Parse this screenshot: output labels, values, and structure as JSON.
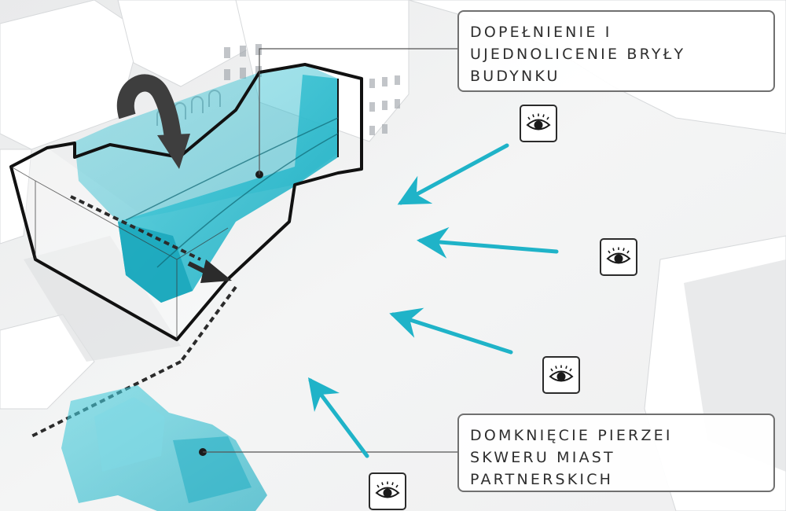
{
  "callouts": {
    "top": {
      "line1": "DOPEŁNIENIE I",
      "line2": "UJEDNOLICENIE BRYŁY",
      "line3": "BUDYNKU"
    },
    "bottom": {
      "line1": "DOMKNIĘCIE PIERZEI",
      "line2": "SKWERU MIAST",
      "line3": "PARTNERSKICH"
    }
  },
  "viewpoints": {
    "icon": "eye-icon",
    "count": 4
  },
  "colors": {
    "accent_cyan": "#1fb3c8",
    "volume_fill": "#2cc2d4",
    "outline": "#111111",
    "background": "#f1f2f3",
    "callout_border": "#707070"
  }
}
